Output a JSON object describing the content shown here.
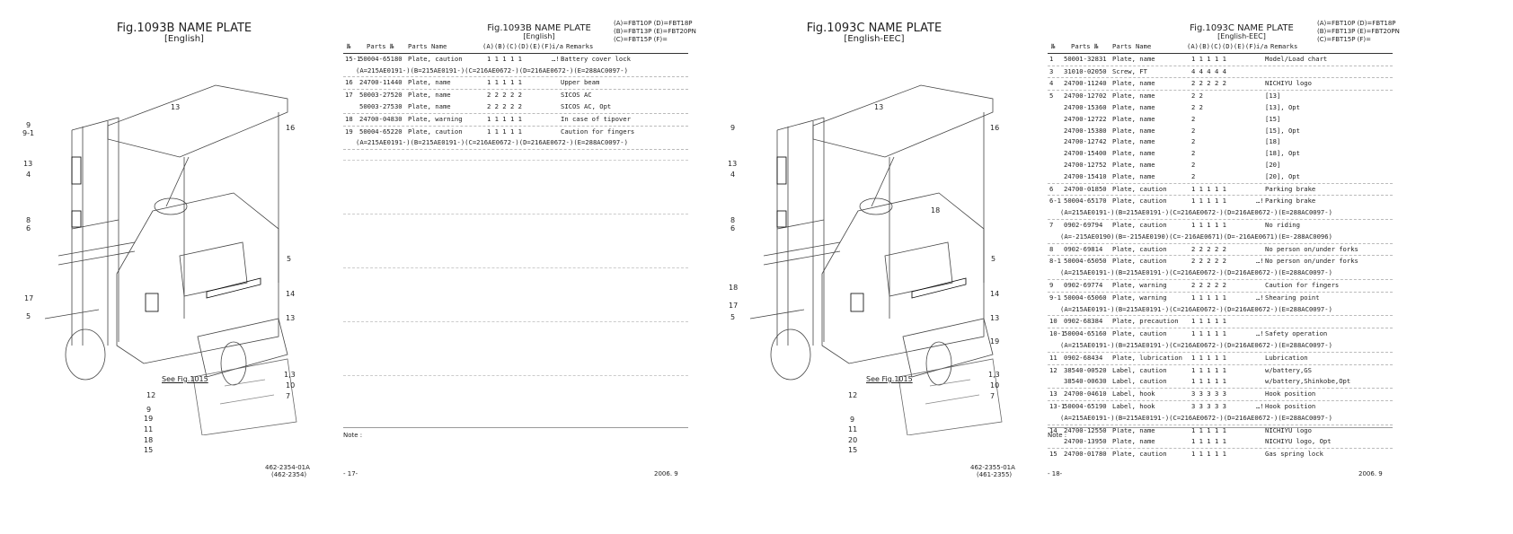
{
  "pages": [
    {
      "fig_title": "Fig.1093B  NAME PLATE",
      "fig_subtitle": "[English]",
      "see_fig": "See Fig.1015",
      "callouts_left": [
        "9",
        "9-1",
        "13",
        "4",
        "8",
        "6",
        "17",
        "5"
      ],
      "callouts_right": [
        "13",
        "16",
        "5",
        "14",
        "13"
      ],
      "inset_left": [
        "12",
        "9",
        "19",
        "11",
        "18",
        "15"
      ],
      "inset_right": [
        "1,3",
        "10",
        "7"
      ],
      "drawing_code": "462-2354-01A",
      "drawing_code2": "(462-2354)"
    },
    {
      "fig_title": "Fig.1093C  NAME PLATE",
      "fig_subtitle": "[English-EEC]",
      "see_fig": "See Fig.1015",
      "callouts_left": [
        "9",
        "13",
        "4",
        "8",
        "6",
        "18",
        "17",
        "5"
      ],
      "callouts_right": [
        "13",
        "16",
        "18",
        "5",
        "14",
        "13",
        "19"
      ],
      "inset_left": [
        "12",
        "9",
        "11",
        "20",
        "15"
      ],
      "inset_right": [
        "1,3",
        "10",
        "7"
      ],
      "drawing_code": "462-2355-01A",
      "drawing_code2": "(461-2355)"
    }
  ],
  "tables": [
    {
      "title": "Fig.1093B  NAME PLATE",
      "subtitle": "[English]",
      "models": [
        "(A)=FBT10P  (D)=FBT18P",
        "(B)=FBT13P  (E)=FBT20PN",
        "(C)=FBT15P  (F)="
      ],
      "headers": {
        "no": "№",
        "parts_no": "Parts №",
        "parts_name": "Parts Name",
        "cols": "(A)(B)(C)(D)(E)(F)",
        "ia": "i/a",
        "remarks": "Remarks"
      },
      "rows": [
        {
          "no": "15-1",
          "pn": "50004-65180",
          "name": "Plate, caution",
          "q": "1  1  1  1  1",
          "ia": "…!",
          "rem": "Battery cover lock"
        },
        {
          "serial": "(A=215AE0191-)(B=215AE0191-)(C=216AE0672-)(D=216AE0672-)(E=288AC0097-)"
        },
        {
          "no": "16",
          "pn": "24700-11440",
          "name": "Plate, name",
          "q": "1  1  1  1  1",
          "ia": "",
          "rem": "Upper beam"
        },
        {
          "no": "17",
          "pn": "50003-27520",
          "name": "Plate, name",
          "q": "2  2  2  2  2",
          "ia": "",
          "rem": "SICOS AC"
        },
        {
          "no": "",
          "pn": "50003-27530",
          "name": "Plate, name",
          "q": "2  2  2  2  2",
          "ia": "",
          "rem": "SICOS AC, Opt"
        },
        {
          "no": "18",
          "pn": "24700-04830",
          "name": "Plate, warning",
          "q": "1  1  1  1  1",
          "ia": "",
          "rem": "In case of tipover"
        },
        {
          "no": "19",
          "pn": "50004-65220",
          "name": "Plate, caution",
          "q": "1  1  1  1  1",
          "ia": "",
          "rem": "Caution for fingers"
        },
        {
          "serial": "(A=215AE0191-)(B=215AE0191-)(C=216AE0672-)(D=216AE0672-)(E=288AC0097-)"
        }
      ],
      "note": "Note :",
      "page": "- 17-",
      "date": "2006. 9"
    },
    {
      "title": "Fig.1093C  NAME PLATE",
      "subtitle": "[English-EEC]",
      "models": [
        "(A)=FBT10P  (D)=FBT18P",
        "(B)=FBT13P  (E)=FBT20PN",
        "(C)=FBT15P  (F)="
      ],
      "headers": {
        "no": "№",
        "parts_no": "Parts №",
        "parts_name": "Parts Name",
        "cols": "(A)(B)(C)(D)(E)(F)",
        "ia": "i/a",
        "remarks": "Remarks"
      },
      "rows": [
        {
          "no": "1",
          "pn": "50001-32831",
          "name": "Plate, name",
          "q": "1  1  1  1  1",
          "ia": "",
          "rem": "Model/Load chart"
        },
        {
          "no": "3",
          "pn": "31010-02050",
          "name": "Screw, FT",
          "q": "4  4  4  4  4",
          "ia": "",
          "rem": ""
        },
        {
          "no": "4",
          "pn": "24700-11240",
          "name": "Plate, name",
          "q": "2  2  2  2  2",
          "ia": "",
          "rem": "NICHIYU logo"
        },
        {
          "no": "5",
          "pn": "24700-12702",
          "name": "Plate, name",
          "q": "2  2",
          "ia": "",
          "rem": "[13]"
        },
        {
          "no": "",
          "pn": "24700-15360",
          "name": "Plate, name",
          "q": "2  2",
          "ia": "",
          "rem": "[13], Opt"
        },
        {
          "no": "",
          "pn": "24700-12722",
          "name": "Plate, name",
          "q": "         2",
          "ia": "",
          "rem": "[15]"
        },
        {
          "no": "",
          "pn": "24700-15380",
          "name": "Plate, name",
          "q": "         2",
          "ia": "",
          "rem": "[15], Opt"
        },
        {
          "no": "",
          "pn": "24700-12742",
          "name": "Plate, name",
          "q": "            2",
          "ia": "",
          "rem": "[18]"
        },
        {
          "no": "",
          "pn": "24700-15400",
          "name": "Plate, name",
          "q": "            2",
          "ia": "",
          "rem": "[18], Opt"
        },
        {
          "no": "",
          "pn": "24700-12752",
          "name": "Plate, name",
          "q": "               2",
          "ia": "",
          "rem": "[20]"
        },
        {
          "no": "",
          "pn": "24700-15410",
          "name": "Plate, name",
          "q": "               2",
          "ia": "",
          "rem": "[20], Opt"
        },
        {
          "no": "6",
          "pn": "24700-01850",
          "name": "Plate, caution",
          "q": "1  1  1  1  1",
          "ia": "",
          "rem": "Parking brake"
        },
        {
          "no": "6-1",
          "pn": "50004-65170",
          "name": "Plate, caution",
          "q": "1  1  1  1  1",
          "ia": "…!",
          "rem": "Parking brake"
        },
        {
          "serial": "(A=215AE0191-)(B=215AE0191-)(C=216AE0672-)(D=216AE0672-)(E=288AC0097-)"
        },
        {
          "no": "7",
          "pn": "0902-69794",
          "name": "Plate, caution",
          "q": "1  1  1  1  1",
          "ia": "",
          "rem": "No riding"
        },
        {
          "serial": "(A=-215AE0190)(B=-215AE0190)(C=-216AE0671)(D=-216AE0671)(E=-288AC0096)"
        },
        {
          "no": "8",
          "pn": "0902-69814",
          "name": "Plate, caution",
          "q": "2  2  2  2  2",
          "ia": "",
          "rem": "No person on/under forks"
        },
        {
          "no": "8-1",
          "pn": "50004-65050",
          "name": "Plate, caution",
          "q": "2  2  2  2  2",
          "ia": "…!",
          "rem": "No person on/under forks"
        },
        {
          "serial": "(A=215AE0191-)(B=215AE0191-)(C=216AE0672-)(D=216AE0672-)(E=288AC0097-)"
        },
        {
          "no": "9",
          "pn": "0902-69774",
          "name": "Plate, warning",
          "q": "2  2  2  2  2",
          "ia": "",
          "rem": "Caution for fingers"
        },
        {
          "no": "9-1",
          "pn": "50004-65060",
          "name": "Plate, warning",
          "q": "1  1  1  1  1",
          "ia": "…!",
          "rem": "Shearing point"
        },
        {
          "serial": "(A=215AE0191-)(B=215AE0191-)(C=216AE0672-)(D=216AE0672-)(E=288AC0097-)"
        },
        {
          "no": "10",
          "pn": "0902-68384",
          "name": "Plate, precaution",
          "q": "1  1  1  1  1",
          "ia": "",
          "rem": ""
        },
        {
          "no": "10-1",
          "pn": "50004-65160",
          "name": "Plate, caution",
          "q": "1  1  1  1  1",
          "ia": "…!",
          "rem": "Safety operation"
        },
        {
          "serial": "(A=215AE0191-)(B=215AE0191-)(C=216AE0672-)(D=216AE0672-)(E=288AC0097-)"
        },
        {
          "no": "11",
          "pn": "0902-68434",
          "name": "Plate, lubrication",
          "q": "1  1  1  1  1",
          "ia": "",
          "rem": "Lubrication"
        },
        {
          "no": "12",
          "pn": "38540-00520",
          "name": "Label, caution",
          "q": "1  1  1  1  1",
          "ia": "",
          "rem": "w/battery,GS"
        },
        {
          "no": "",
          "pn": "38540-00630",
          "name": "Label, caution",
          "q": "1  1  1  1  1",
          "ia": "",
          "rem": "w/battery,Shinkobe,Opt"
        },
        {
          "no": "13",
          "pn": "24700-04610",
          "name": "Label, hook",
          "q": "3  3  3  3  3",
          "ia": "",
          "rem": "Hook position"
        },
        {
          "no": "13-1",
          "pn": "50004-65190",
          "name": "Label, hook",
          "q": "3  3  3  3  3",
          "ia": "…!",
          "rem": "Hook position"
        },
        {
          "serial": "(A=215AE0191-)(B=215AE0191-)(C=216AE0672-)(D=216AE0672-)(E=288AC0097-)"
        },
        {
          "no": "14",
          "pn": "24700-12550",
          "name": "Plate, name",
          "q": "1  1  1  1  1",
          "ia": "",
          "rem": "NICHIYU logo"
        },
        {
          "no": "",
          "pn": "24700-13950",
          "name": "Plate, name",
          "q": "1  1  1  1  1",
          "ia": "",
          "rem": "NICHIYU logo, Opt"
        },
        {
          "no": "15",
          "pn": "24700-01780",
          "name": "Plate, caution",
          "q": "1  1  1  1  1",
          "ia": "",
          "rem": "Gas spring lock"
        }
      ],
      "note": "Note :",
      "page": "- 18-",
      "date": "2006. 9"
    }
  ]
}
